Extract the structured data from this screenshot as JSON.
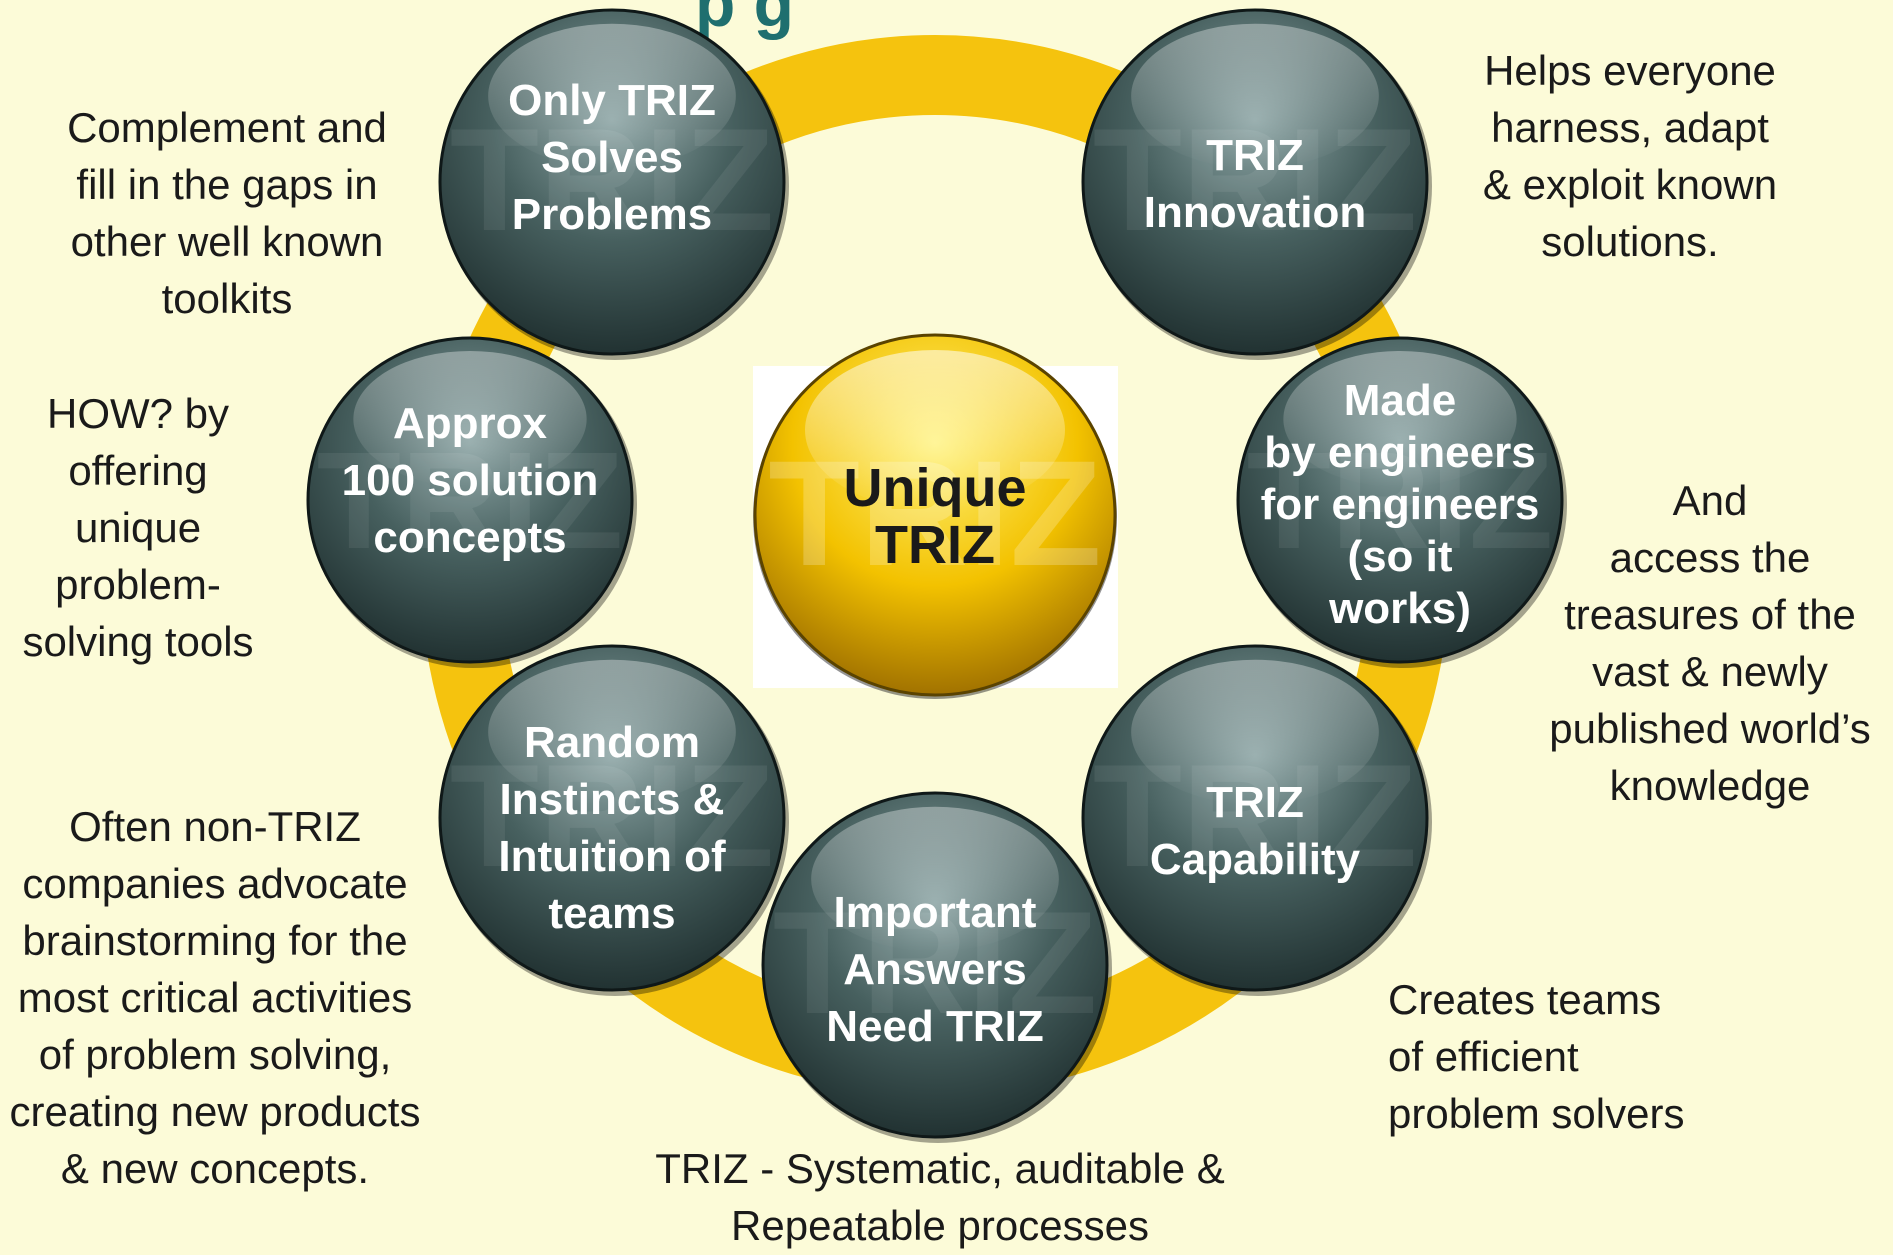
{
  "title_fragment": "p g",
  "center": {
    "lines": [
      "Unique",
      "TRIZ"
    ],
    "watermark": "TRIZ",
    "colors": {
      "light": "#fff27a",
      "mid": "#f3c200",
      "dark": "#9c6d00"
    }
  },
  "ring_color": "#f5c30e",
  "node_watermark": "TRIZ",
  "node_colors": {
    "light": "#8ea6a6",
    "mid": "#47605f",
    "dark": "#1f2f2f"
  },
  "nodes": [
    {
      "id": "only-triz-solves-problems",
      "lines": [
        "Only TRIZ",
        "Solves",
        "Problems"
      ]
    },
    {
      "id": "triz-innovation",
      "lines": [
        "TRIZ",
        "Innovation"
      ]
    },
    {
      "id": "made-by-engineers",
      "lines": [
        "Made",
        "by engineers",
        "for engineers",
        "(so it",
        "works)"
      ]
    },
    {
      "id": "triz-capability",
      "lines": [
        "TRIZ",
        "Capability"
      ]
    },
    {
      "id": "important-answers-need-triz",
      "lines": [
        "Important",
        "Answers",
        "Need TRIZ"
      ]
    },
    {
      "id": "random-instincts",
      "lines": [
        "Random",
        "Instincts &",
        "Intuition of",
        "teams"
      ]
    },
    {
      "id": "approx-100-solution-concepts",
      "lines": [
        "Approx",
        "100 solution",
        "concepts"
      ]
    }
  ],
  "notes": {
    "complement": [
      "Complement and",
      "fill in the gaps in",
      "other well known",
      "toolkits"
    ],
    "how": [
      "HOW? by",
      "offering",
      "unique",
      "problem-",
      "solving tools"
    ],
    "often": [
      "Often non-TRIZ",
      "companies advocate",
      "brainstorming for the",
      "most critical activities",
      "of problem solving,",
      "creating new products",
      "& new concepts."
    ],
    "helps": [
      "Helps everyone",
      "harness, adapt",
      "& exploit known",
      "solutions."
    ],
    "access": [
      "And",
      "access the",
      "treasures of the",
      "vast & newly",
      "published world’s",
      "knowledge"
    ],
    "creates": [
      "Creates teams",
      "of efficient",
      "problem solvers"
    ],
    "systematic": [
      "TRIZ - Systematic, auditable &",
      "Repeatable processes"
    ]
  }
}
